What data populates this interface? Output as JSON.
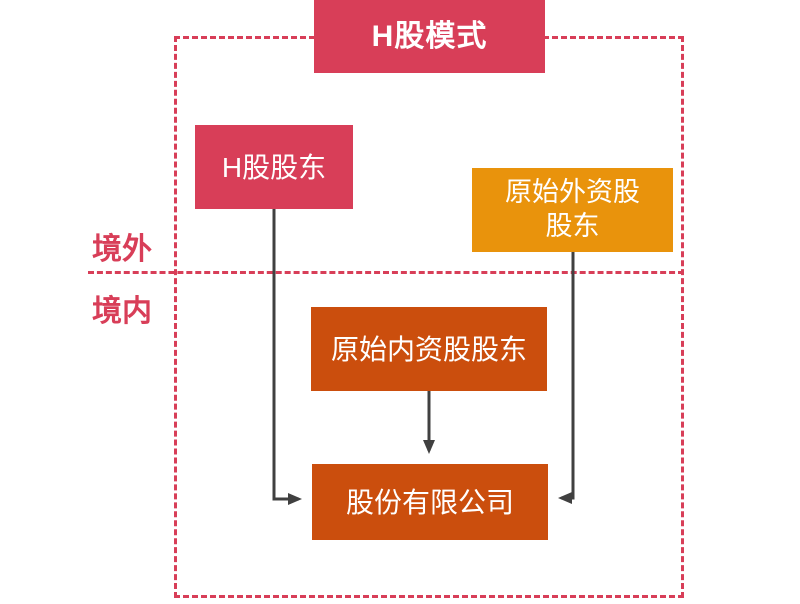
{
  "diagram": {
    "title": "H股模式",
    "regions": {
      "outside_label": "境外",
      "inside_label": "境内"
    },
    "nodes": {
      "h_shareholder": "H股股东",
      "original_foreign_shareholder": "原始外资股\n股东",
      "original_domestic_shareholder": "原始内资股股东",
      "company": "股份有限公司"
    },
    "edges": [
      "H股股东 → 股份有限公司",
      "原始外资股股东 → 股份有限公司",
      "原始内资股股东 → 股份有限公司"
    ],
    "colors": {
      "crimson": "#D83E58",
      "orange": "#E9930C",
      "dark_orange": "#CB4E0D",
      "arrow_gray": "#404040",
      "background": "#FFFFFF"
    }
  }
}
